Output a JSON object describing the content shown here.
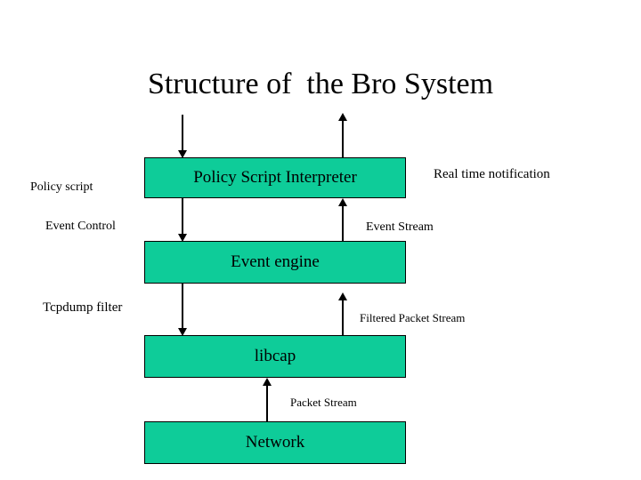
{
  "slide": {
    "title": "Structure of  the Bro System",
    "background_color": "#ffffff",
    "box_fill_color": "#0ECC99",
    "box_border_color": "#000000",
    "text_color": "#000000"
  },
  "boxes": [
    {
      "id": "policy-script-interpreter",
      "label": "Policy Script Interpreter"
    },
    {
      "id": "event-engine",
      "label": "Event engine"
    },
    {
      "id": "libcap",
      "label": "libcap"
    },
    {
      "id": "network",
      "label": "Network"
    }
  ],
  "labels": {
    "policy_script": "Policy script",
    "real_time_notification": "Real time notification",
    "event_control": "Event Control",
    "event_stream": "Event Stream",
    "tcpdump_filter": "Tcpdump filter",
    "filtered_packet_stream": "Filtered Packet Stream",
    "packet_stream": "Packet Stream"
  },
  "arrows": [
    {
      "id": "policy-script-in",
      "direction": "down",
      "from": "outside-top",
      "to": "policy-script-interpreter"
    },
    {
      "id": "real-time-notification",
      "direction": "up",
      "from": "policy-script-interpreter",
      "to": "outside-top"
    },
    {
      "id": "event-control",
      "direction": "down",
      "from": "policy-script-interpreter",
      "to": "event-engine"
    },
    {
      "id": "event-stream",
      "direction": "up",
      "from": "event-engine",
      "to": "policy-script-interpreter"
    },
    {
      "id": "tcpdump-filter",
      "direction": "down",
      "from": "event-engine",
      "to": "libcap"
    },
    {
      "id": "filtered-packet-stream",
      "direction": "up",
      "from": "libcap",
      "to": "event-engine"
    },
    {
      "id": "packet-stream",
      "direction": "up",
      "from": "network",
      "to": "libcap"
    }
  ]
}
